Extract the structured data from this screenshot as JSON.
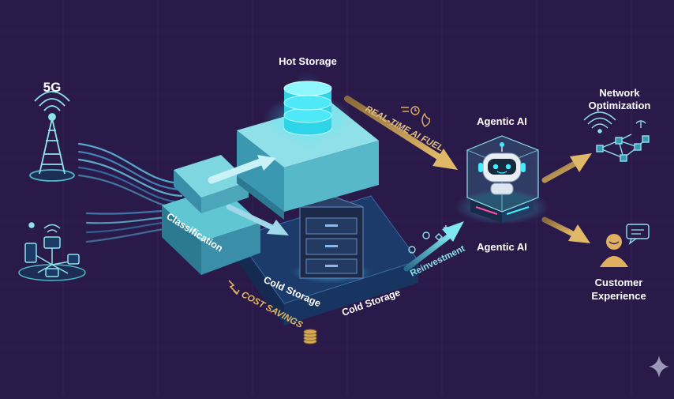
{
  "labels": {
    "fiveg": "5G",
    "hot_storage": "Hot Storage",
    "classification": "Classification",
    "cold_storage_front": "Cold Storage",
    "cold_storage_side": "Cold Storage",
    "real_time_fuel": "REAL-TIME AI FUEL",
    "cost_savings": "COST SAVINGS",
    "reinvestment": "Reinvestment",
    "agentic_ai_top": "Agentic AI",
    "agentic_ai_bottom": "Agentic AI",
    "network_optimization_1": "Network",
    "network_optimization_2": "Optimization",
    "customer_experience_1": "Customer",
    "customer_experience_2": "Experience"
  },
  "colors": {
    "background": "#2a1a4a",
    "teal": "#4fb8c4",
    "teal_light": "#8fe3ea",
    "navy": "#1c3a66",
    "gold": "#c9a560",
    "cyan_glow": "#3ef0ff",
    "text": "#ffffff"
  },
  "icons": [
    "cell-tower-icon",
    "iot-network-icon",
    "database-icon",
    "server-rack-icon",
    "robot-icon",
    "wifi-network-icon",
    "user-chat-icon",
    "coins-icon",
    "sparkle-icon"
  ]
}
